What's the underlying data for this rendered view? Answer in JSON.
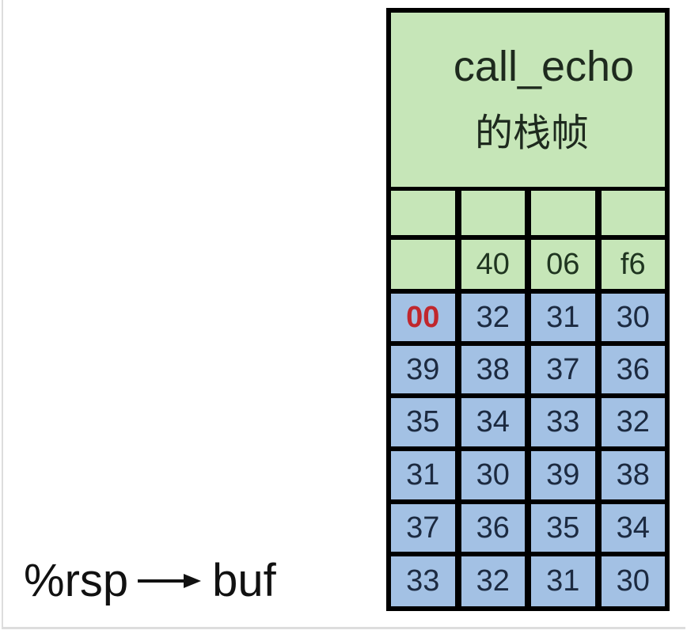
{
  "frame": {
    "title_line1": "call_echo",
    "title_line2": "的栈帧"
  },
  "green_rows": [
    [
      "",
      "",
      "",
      ""
    ],
    [
      "",
      "40",
      "06",
      "f6"
    ]
  ],
  "blue_rows": [
    [
      "00",
      "32",
      "31",
      "30"
    ],
    [
      "39",
      "38",
      "37",
      "36"
    ],
    [
      "35",
      "34",
      "33",
      "32"
    ],
    [
      "31",
      "30",
      "39",
      "38"
    ],
    [
      "37",
      "36",
      "35",
      "34"
    ],
    [
      "33",
      "32",
      "31",
      "30"
    ]
  ],
  "pointer": {
    "register": "%rsp",
    "target": "buf"
  },
  "colors": {
    "frame_fill": "#c6e6b8",
    "buffer_fill": "#a3c1e4",
    "terminator": "#c0272d"
  }
}
